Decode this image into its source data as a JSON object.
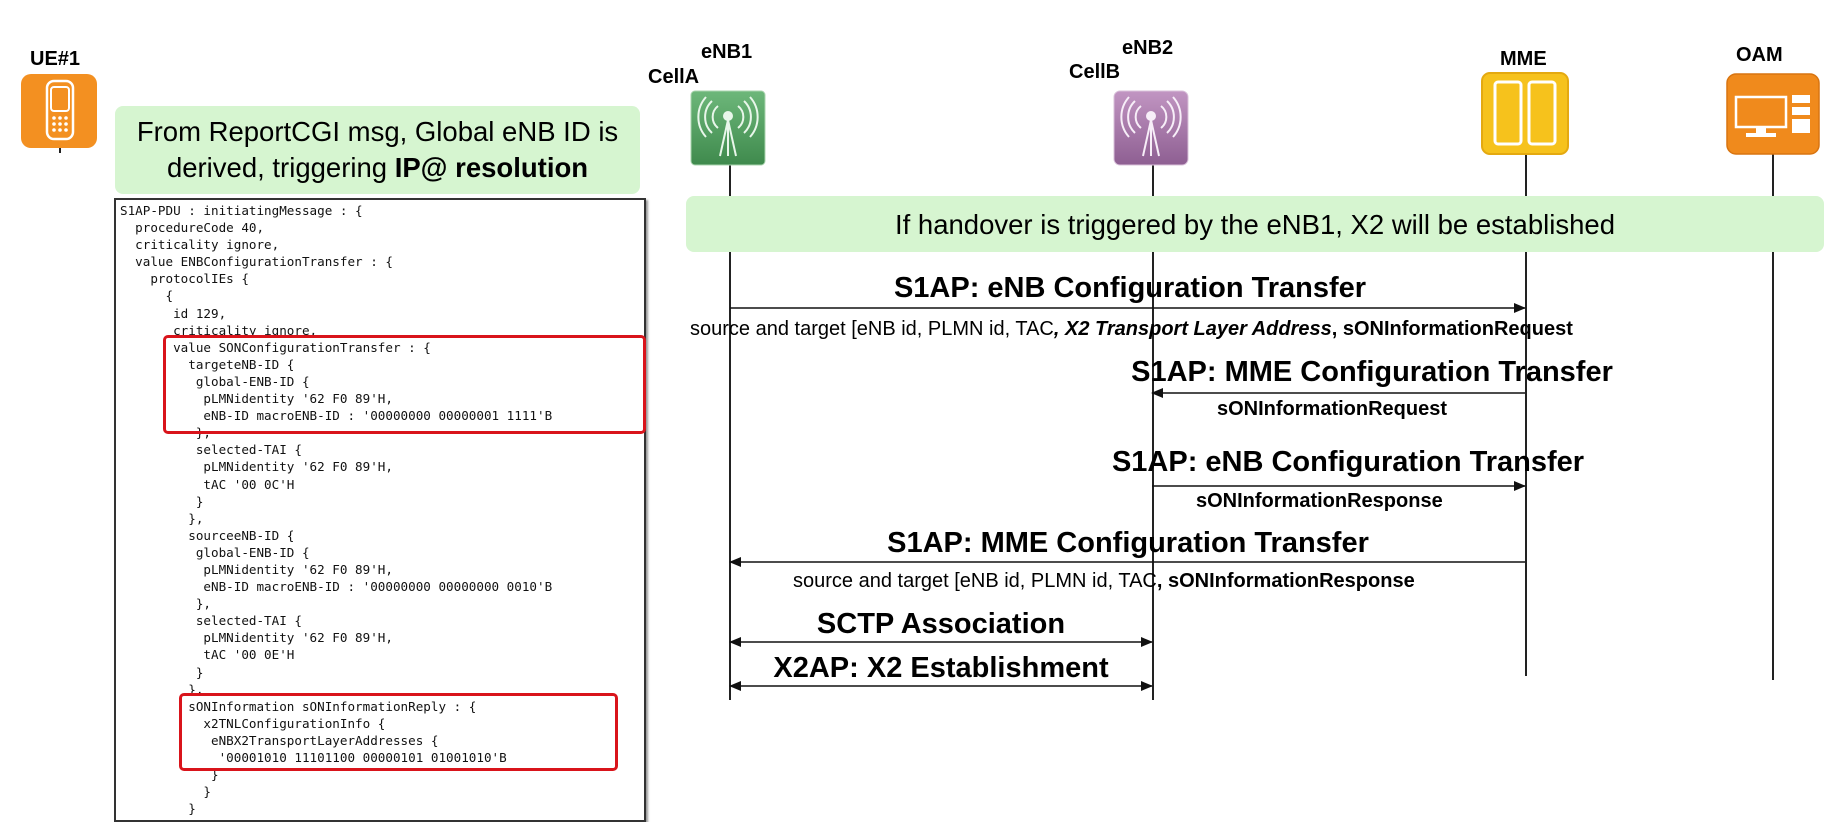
{
  "participants": {
    "ue": {
      "label": "UE#1"
    },
    "enb1": {
      "label": "eNB1",
      "cell": "CellA"
    },
    "enb2": {
      "label": "eNB2",
      "cell": "CellB"
    },
    "mme": {
      "label": "MME"
    },
    "oam": {
      "label": "OAM"
    }
  },
  "note_left": {
    "line1": "From ReportCGI msg, Global eNB ID is",
    "line2_plain": "derived, triggering ",
    "line2_bold": "IP@ resolution"
  },
  "note_right": "If handover is triggered by the eNB1, X2 will be established",
  "code_listing": "S1AP-PDU : initiatingMessage : {\n  procedureCode 40,\n  criticality ignore,\n  value ENBConfigurationTransfer : {\n    protocolIEs {\n      {\n       id 129,\n       criticality ignore,\n       value SONConfigurationTransfer : {\n         targeteNB-ID {\n          global-ENB-ID {\n           pLMNidentity '62 F0 89'H,\n           eNB-ID macroENB-ID : '00000000 00000001 1111'B\n          },\n          selected-TAI {\n           pLMNidentity '62 F0 89'H,\n           tAC '00 0C'H\n          }\n         },\n         sourceeNB-ID {\n          global-ENB-ID {\n           pLMNidentity '62 F0 89'H,\n           eNB-ID macroENB-ID : '00000000 00000000 0010'B\n          },\n          selected-TAI {\n           pLMNidentity '62 F0 89'H,\n           tAC '00 0E'H\n          }\n         },\n         sONInformation sONInformationReply : {\n           x2TNLConfigurationInfo {\n            eNBX2TransportLayerAddresses {\n             '00001010 11101100 00000101 01001010'B\n            }\n           }\n         }",
  "messages": {
    "m1": {
      "title": "S1AP: eNB Configuration Transfer",
      "sub_plain": "source and target [eNB id, PLMN id, TAC",
      "sub_bolditalic": ", X2 Transport Layer Address",
      "sub_bold": ", sONInformationRequest"
    },
    "m2": {
      "title": "S1AP: MME Configuration Transfer",
      "sub": "sONInformationRequest"
    },
    "m3": {
      "title": "S1AP: eNB Configuration Transfer",
      "sub": "sONInformationResponse"
    },
    "m4": {
      "title": "S1AP: MME Configuration Transfer",
      "sub_plain": "source and target [eNB id, PLMN id, TAC",
      "sub_bold": ", sONInformationResponse"
    },
    "m5": {
      "title": "SCTP Association"
    },
    "m6": {
      "title": "X2AP: X2 Establishment"
    }
  },
  "colors": {
    "note_green": "#d6f5d0",
    "highlight_red": "#d9141b",
    "ue_orange": "#f39021",
    "enb1_green": "#4e9a5c",
    "enb2_purple": "#a678a8",
    "mme_yellow": "#f6c21c",
    "oam_orange": "#f08a1c"
  }
}
